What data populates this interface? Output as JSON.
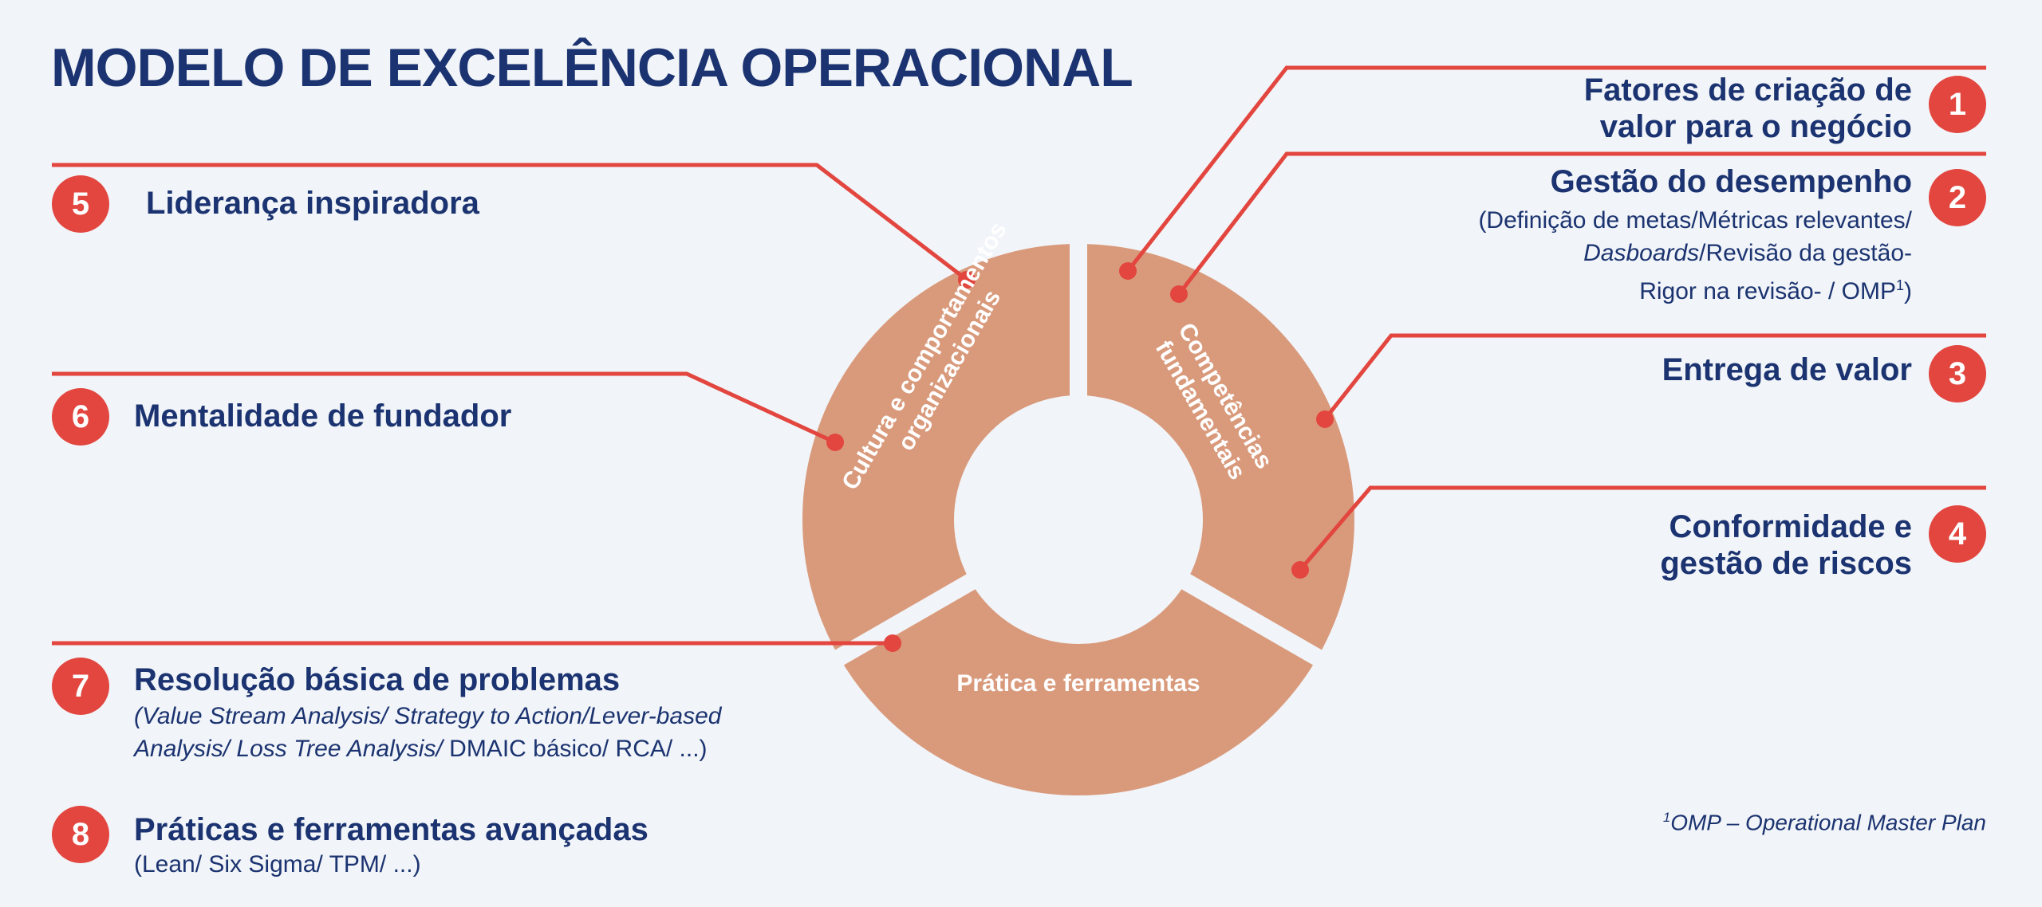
{
  "title": "MODELO DE EXCELÊNCIA OPERACIONAL",
  "colors": {
    "navy": "#1b3370",
    "red": "#e2463f",
    "ring": "#d99a7c",
    "background": "#f1f4f8"
  },
  "ring": {
    "segments": [
      {
        "label_line1": "Cultura e comportamentos",
        "label_line2": "organizacionais"
      },
      {
        "label_line1": "Competências",
        "label_line2": "fundamentais"
      },
      {
        "label_line1": "Prática e ferramentas"
      }
    ]
  },
  "items": [
    {
      "number": "1",
      "title_line1": "Fatores de criação de",
      "title_line2": "valor para o negócio"
    },
    {
      "number": "2",
      "title": "Gestão do desempenho",
      "sub_line1": "(Definição de metas/Métricas relevantes/",
      "sub_line2_italic": "Dasboards",
      "sub_line2": "/Revisão da gestão-",
      "sub_line3": "Rigor na revisão- / OMP",
      "sub_line3_sup": "1",
      "sub_line3_end": ")"
    },
    {
      "number": "3",
      "title": "Entrega de valor"
    },
    {
      "number": "4",
      "title_line1": "Conformidade e",
      "title_line2": "gestão de riscos"
    },
    {
      "number": "5",
      "title": "Liderança inspiradora"
    },
    {
      "number": "6",
      "title": "Mentalidade de fundador"
    },
    {
      "number": "7",
      "title": "Resolução básica de problemas",
      "sub_line1": "(Value Stream Analysis/ Strategy to Action/Lever-based",
      "sub_line2_italic": "Analysis/ Loss Tree Analysis/",
      "sub_line2": " DMAIC básico/ RCA/ ...)"
    },
    {
      "number": "8",
      "title": "Práticas e ferramentas avançadas",
      "sub_line1": "(Lean/ Six Sigma/ TPM/ ...)"
    }
  ],
  "footnote": {
    "sup": "1",
    "text": "OMP – Operational Master Plan"
  }
}
